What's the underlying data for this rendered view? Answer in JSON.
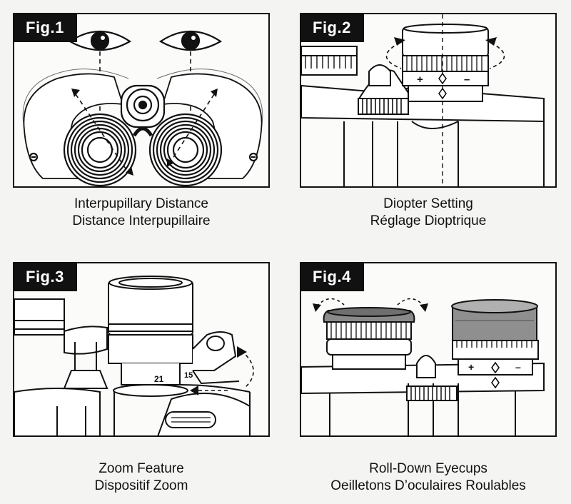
{
  "figures": [
    {
      "tag": "Fig.1",
      "caption_en": "Interpupillary Distance",
      "caption_fr": "Distance Interpupillaire"
    },
    {
      "tag": "Fig.2",
      "caption_en": "Diopter Setting",
      "caption_fr": "Réglage Dioptrique"
    },
    {
      "tag": "Fig.3",
      "caption_en": "Zoom Feature",
      "caption_fr": "Dispositif Zoom"
    },
    {
      "tag": "Fig.4",
      "caption_en": "Roll-Down Eyecups",
      "caption_fr": "Oeilletons D’oculaires Roulables"
    }
  ],
  "fig2_marks": {
    "plus": "+",
    "minus": "–"
  },
  "fig3_marks": {
    "zoom_21": "21",
    "zoom_15": "15"
  },
  "fig4_marks": {
    "plus": "+",
    "minus": "–"
  }
}
